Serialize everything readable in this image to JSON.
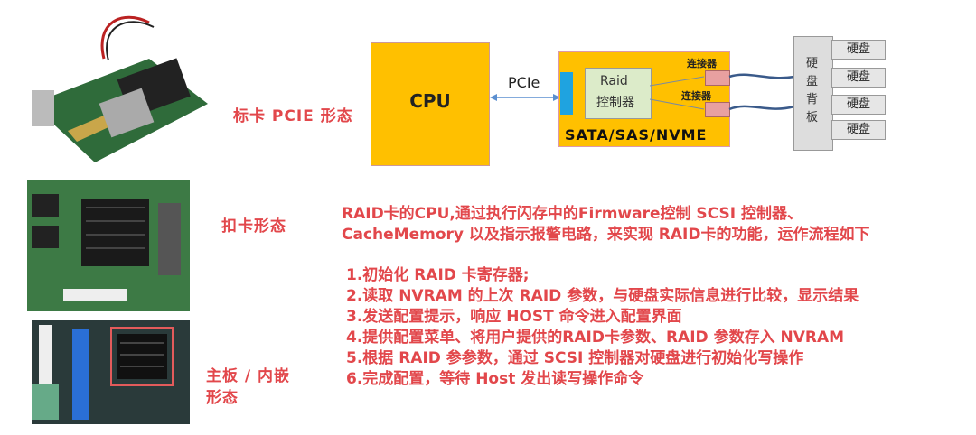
{
  "labels": {
    "pcie_form": "标卡 PCIE 形态",
    "mezz_form": "扣卡形态",
    "onboard_form_line1": "主板 / 内嵌",
    "onboard_form_line2": "形态"
  },
  "diagram": {
    "cpu": "CPU",
    "pcie": "PCIe",
    "raid_line1": "Raid",
    "raid_line2": "控制器",
    "connector1": "连接器",
    "connector2": "连接器",
    "card_label": "SATA/SAS/NVME",
    "backplane": "硬盘背板",
    "disks": [
      "硬盘",
      "硬盘",
      "硬盘",
      "硬盘"
    ],
    "colors": {
      "yellow": "#ffc000",
      "blue": "#1fa3e0",
      "green": "#dcebc9",
      "pink": "#e8a0a0",
      "grey": "#dddddd"
    }
  },
  "description": {
    "line1": "RAID卡的CPU,通过执行闪存中的Firmware控制 SCSI 控制器、",
    "line2": "CacheMemory 以及指示报警电路，来实现 RAID卡的功能，运作流程如下"
  },
  "steps": [
    "1.初始化 RAID 卡寄存器;",
    "2.读取 NVRAM 的上次 RAID 参数，与硬盘实际信息进行比较，显示结果",
    "3.发送配置提示，响应 HOST 命令进入配置界面",
    "4.提供配置菜单、将用户提供的RAID卡参数、RAID 参数存入 NVRAM",
    "5.根据 RAID 参参数，通过 SCSI 控制器对硬盘进行初始化写操作",
    "6.完成配置，等待 Host 发出读写操作命令"
  ]
}
